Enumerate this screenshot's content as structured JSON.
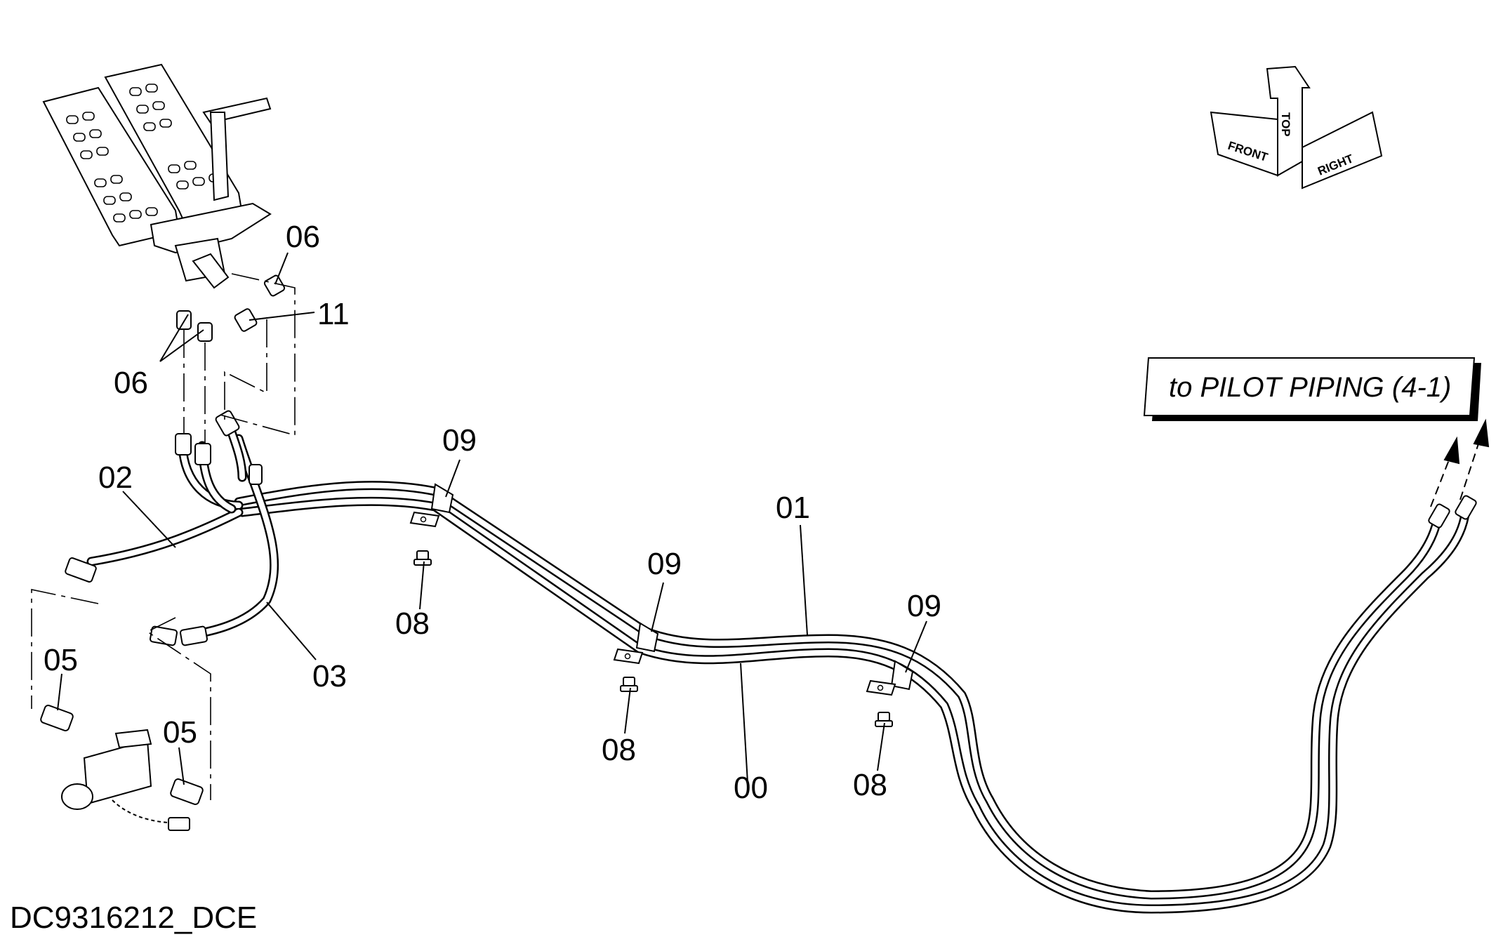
{
  "drawing_id": "DC9316212_DCE",
  "reference_box": {
    "text": "to PILOT PIPING (4-1)"
  },
  "orientation": {
    "front": "FRONT",
    "top": "TOP",
    "right": "RIGHT"
  },
  "callouts": {
    "c00": "00",
    "c01": "01",
    "c02": "02",
    "c03": "03",
    "c05a": "05",
    "c05b": "05",
    "c06a": "06",
    "c06b": "06",
    "c08a": "08",
    "c08b": "08",
    "c08c": "08",
    "c09a": "09",
    "c09b": "09",
    "c09c": "09",
    "c11": "11"
  },
  "colors": {
    "line": "#000000",
    "background": "#ffffff"
  }
}
